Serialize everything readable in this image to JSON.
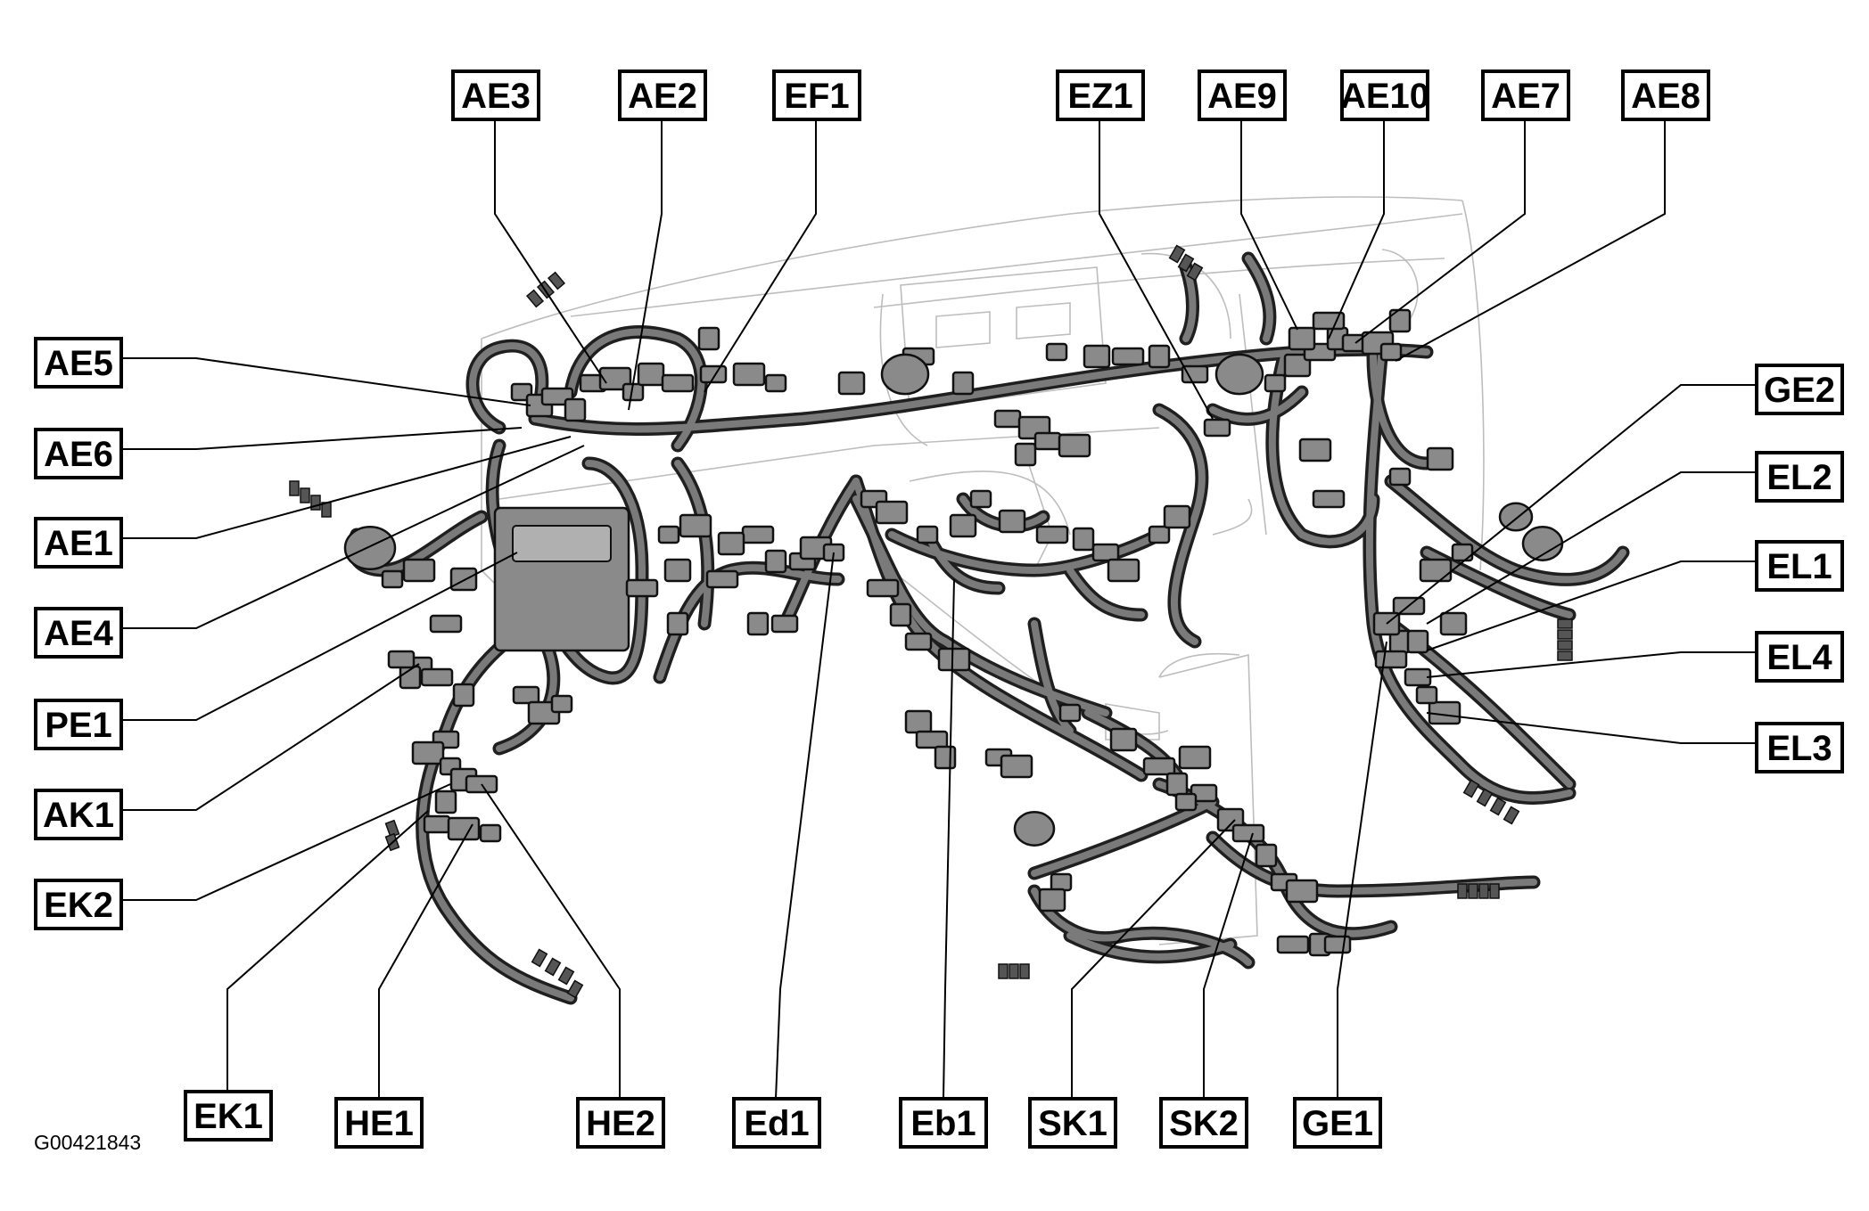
{
  "figure_id": "G00421843",
  "colors": {
    "ink": "#000000",
    "harness": "#7a7a7a",
    "outline": "#bdbdbd"
  },
  "labels": [
    {
      "id": "AE3",
      "text": "AE3"
    },
    {
      "id": "AE2",
      "text": "AE2"
    },
    {
      "id": "EF1",
      "text": "EF1"
    },
    {
      "id": "EZ1",
      "text": "EZ1"
    },
    {
      "id": "AE9",
      "text": "AE9"
    },
    {
      "id": "AE10",
      "text": "AE10"
    },
    {
      "id": "AE7",
      "text": "AE7"
    },
    {
      "id": "AE8",
      "text": "AE8"
    },
    {
      "id": "AE5",
      "text": "AE5"
    },
    {
      "id": "AE6",
      "text": "AE6"
    },
    {
      "id": "AE1",
      "text": "AE1"
    },
    {
      "id": "AE4",
      "text": "AE4"
    },
    {
      "id": "PE1",
      "text": "PE1"
    },
    {
      "id": "AK1",
      "text": "AK1"
    },
    {
      "id": "EK2",
      "text": "EK2"
    },
    {
      "id": "GE2",
      "text": "GE2"
    },
    {
      "id": "EL2",
      "text": "EL2"
    },
    {
      "id": "EL1",
      "text": "EL1"
    },
    {
      "id": "EL4",
      "text": "EL4"
    },
    {
      "id": "EL3",
      "text": "EL3"
    },
    {
      "id": "EK1",
      "text": "EK1"
    },
    {
      "id": "HE1",
      "text": "HE1"
    },
    {
      "id": "HE2",
      "text": "HE2"
    },
    {
      "id": "Ed1",
      "text": "Ed1"
    },
    {
      "id": "Eb1",
      "text": "Eb1"
    },
    {
      "id": "SK1",
      "text": "SK1"
    },
    {
      "id": "SK2",
      "text": "SK2"
    },
    {
      "id": "GE1",
      "text": "GE1"
    }
  ]
}
